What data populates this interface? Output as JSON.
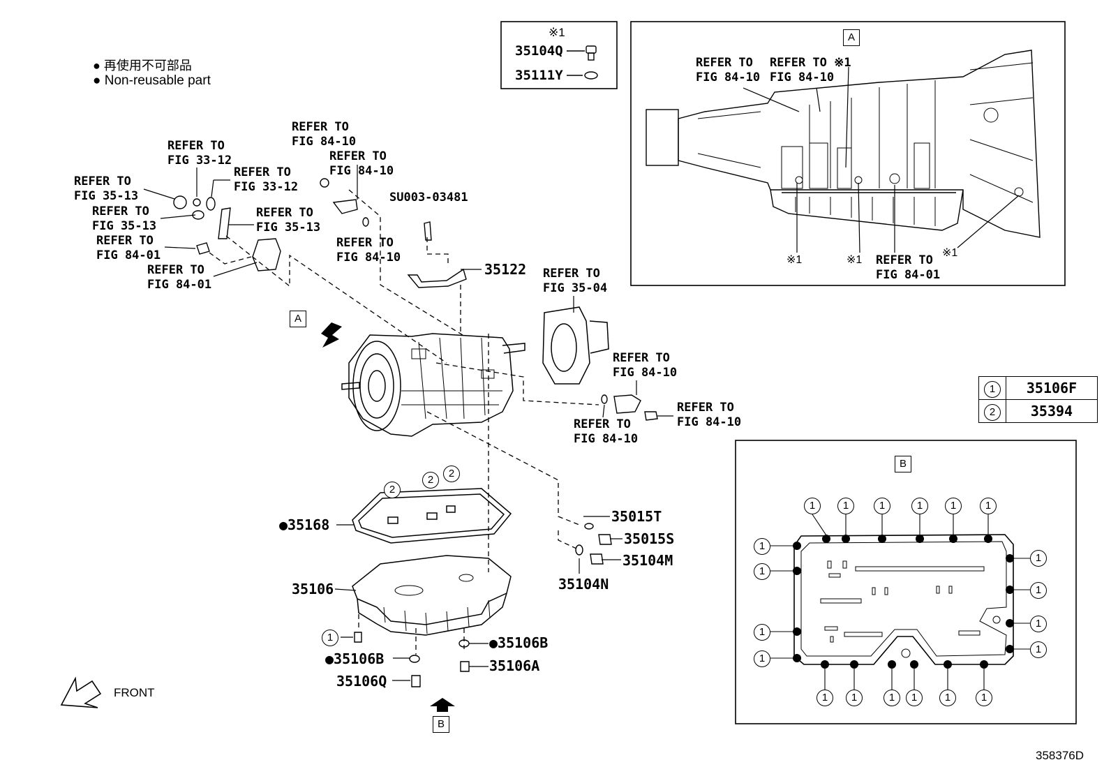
{
  "legend": {
    "jp": "再使用不可部品",
    "en": "Non-reusable part",
    "bullet": "●"
  },
  "note_mark": "※1",
  "inset_parts": {
    "a": "35104Q",
    "b": "35111Y"
  },
  "view_labels": {
    "a": "A",
    "b": "B"
  },
  "refs": {
    "r_3513_a": "REFER TO\nFIG 35-13",
    "r_3312_a": "REFER TO\nFIG 33-12",
    "r_3312_b": "REFER TO\nFIG 33-12",
    "r_3513_b": "REFER TO\nFIG 35-13",
    "r_3513_c": "REFER TO\nFIG 35-13",
    "r_8401_a": "REFER TO\nFIG 84-01",
    "r_8401_b": "REFER TO\nFIG 84-01",
    "r_8410_a": "REFER TO\nFIG 84-10",
    "r_8410_b": "REFER TO\nFIG 84-10",
    "r_8410_c": "REFER TO\nFIG 84-10",
    "r_3504": "REFER TO\nFIG 35-04",
    "r_8410_d": "REFER TO\nFIG 84-10",
    "r_8410_e": "REFER TO\nFIG 84-10",
    "r_8410_f": "REFER TO\nFIG 84-10",
    "a_8410_a": "REFER TO\nFIG 84-10",
    "a_8410_b": "REFER TO ※1\nFIG 84-10",
    "a_8401": "REFER TO\nFIG 84-01"
  },
  "parts": {
    "su003": "SU003-03481",
    "p35122": "35122",
    "p35168": "●35168",
    "p35106": "35106",
    "p35015T": "35015T",
    "p35015S": "35015S",
    "p35104M": "35104M",
    "p35104N": "35104N",
    "p35106B_r": "●35106B",
    "p35106B_l": "●35106B",
    "p35106A": "35106A",
    "p35106Q": "35106Q"
  },
  "callouts": {
    "one": "1",
    "two": "2"
  },
  "legend_table": [
    {
      "key": "1",
      "part": "35106F"
    },
    {
      "key": "2",
      "part": "35394"
    }
  ],
  "front_label": "FRONT",
  "figure_number": "358376D"
}
